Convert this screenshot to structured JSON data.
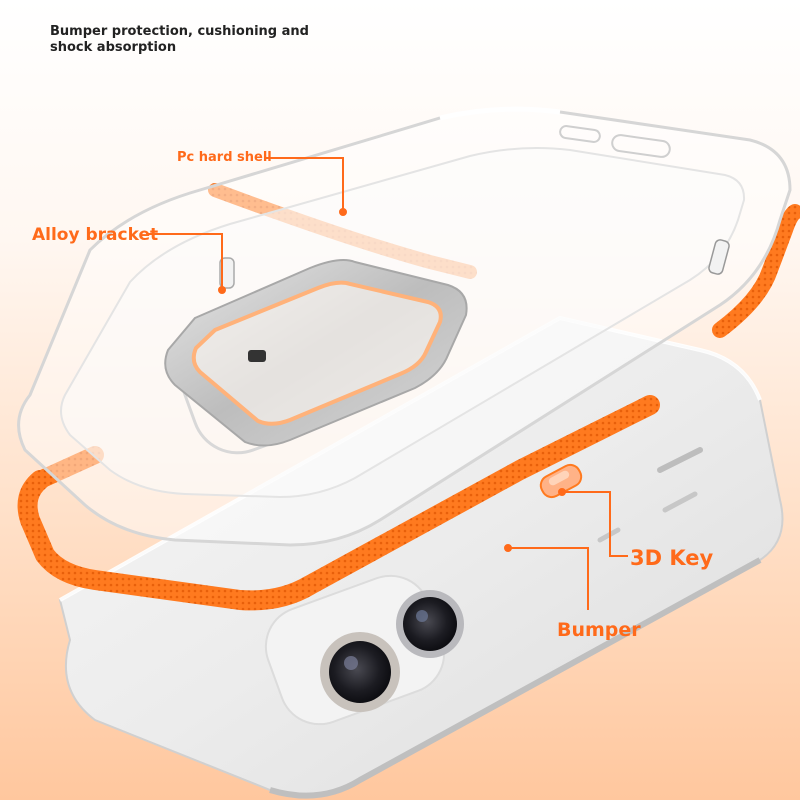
{
  "headline": "Bumper protection, cushioning and shock absorption",
  "labels": {
    "pc_hard_shell": "Pc hard shell",
    "alloy_bracket": "Alloy bracket",
    "key_3d": "3D Key",
    "bumper": "Bumper"
  },
  "colors": {
    "accent": "#ff6a1a",
    "bumper": "#ff7a1f",
    "bracket": "#c9c9c9"
  }
}
